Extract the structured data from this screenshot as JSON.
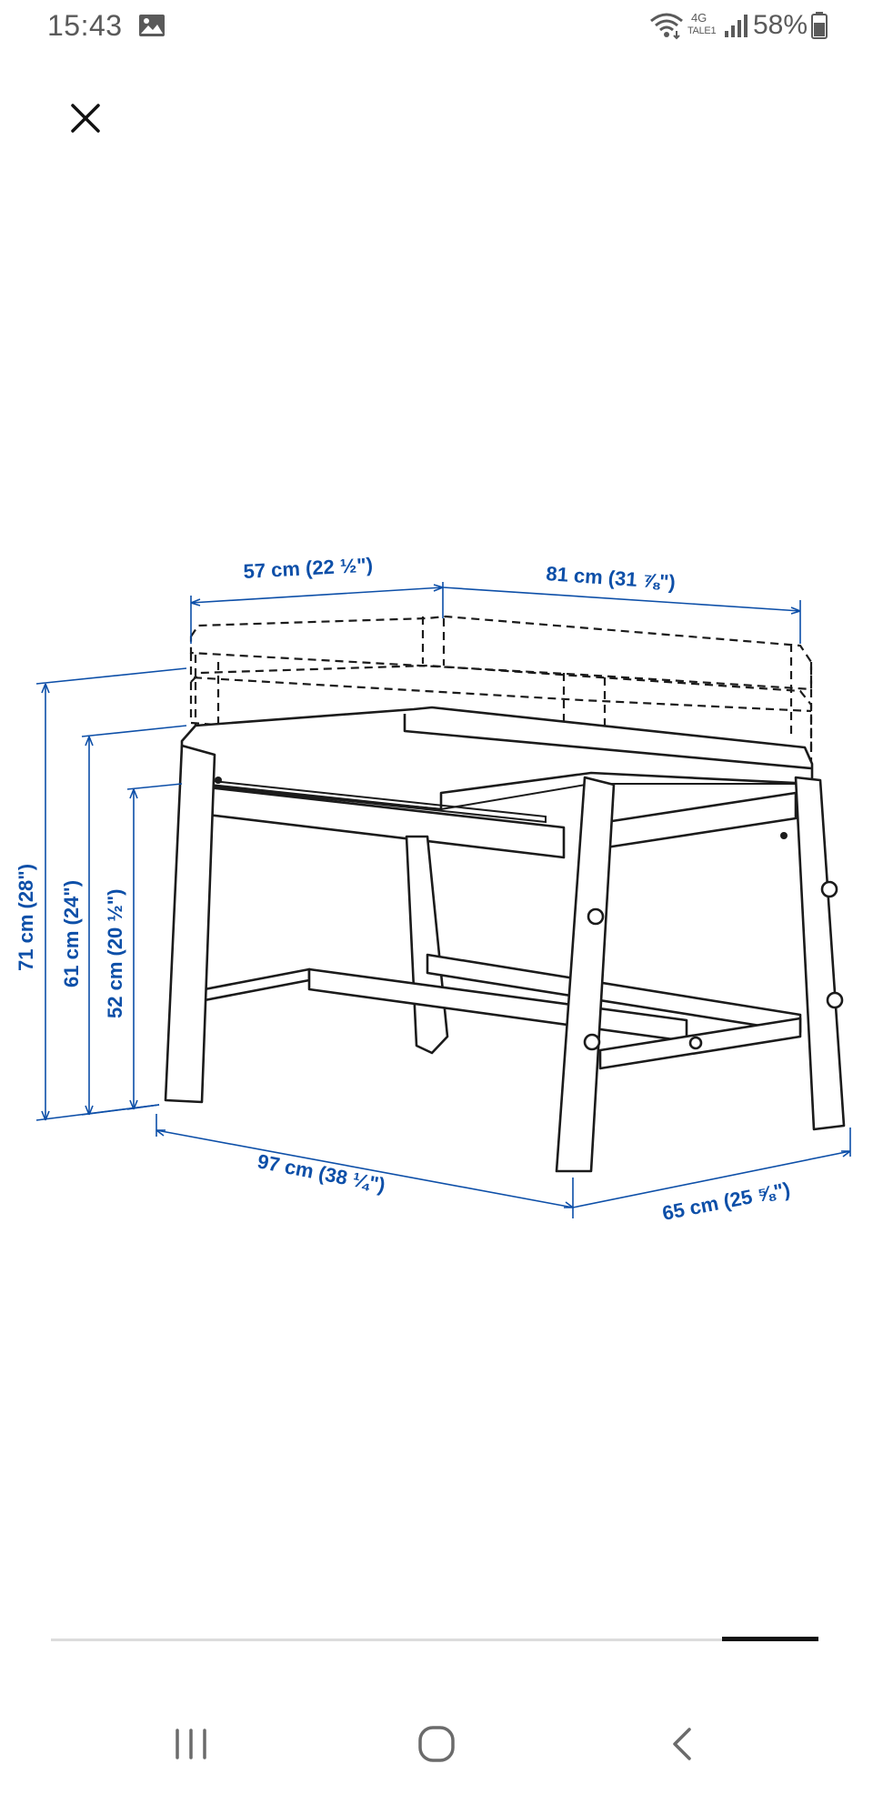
{
  "status_bar": {
    "time": "15:43",
    "network_type": "4G",
    "network_carrier": "TALE1",
    "battery": "58%",
    "icons": [
      "image-icon",
      "wifi-icon",
      "signal-icon",
      "battery-icon"
    ]
  },
  "toolbar": {
    "close_icon": "close-icon"
  },
  "dimensions": {
    "depth_top": "57 cm (22 ½\")",
    "width_top": "81 cm (31 ⅞\")",
    "height_max": "71 cm (28\")",
    "height_mid": "61 cm (24\")",
    "height_min": "52 cm (20 ½\")",
    "width_bottom": "97 cm (38 ¼\")",
    "depth_bottom": "65 cm (25 ⅝\")"
  },
  "carousel": {
    "position_fraction": 1.0
  },
  "nav_bar": {
    "icons": [
      "recent-apps-icon",
      "home-icon",
      "back-icon"
    ]
  },
  "colors": {
    "dimension_blue": "#0d4fa8",
    "ink": "#1b1b1b",
    "status_text": "#5a5a5a"
  }
}
